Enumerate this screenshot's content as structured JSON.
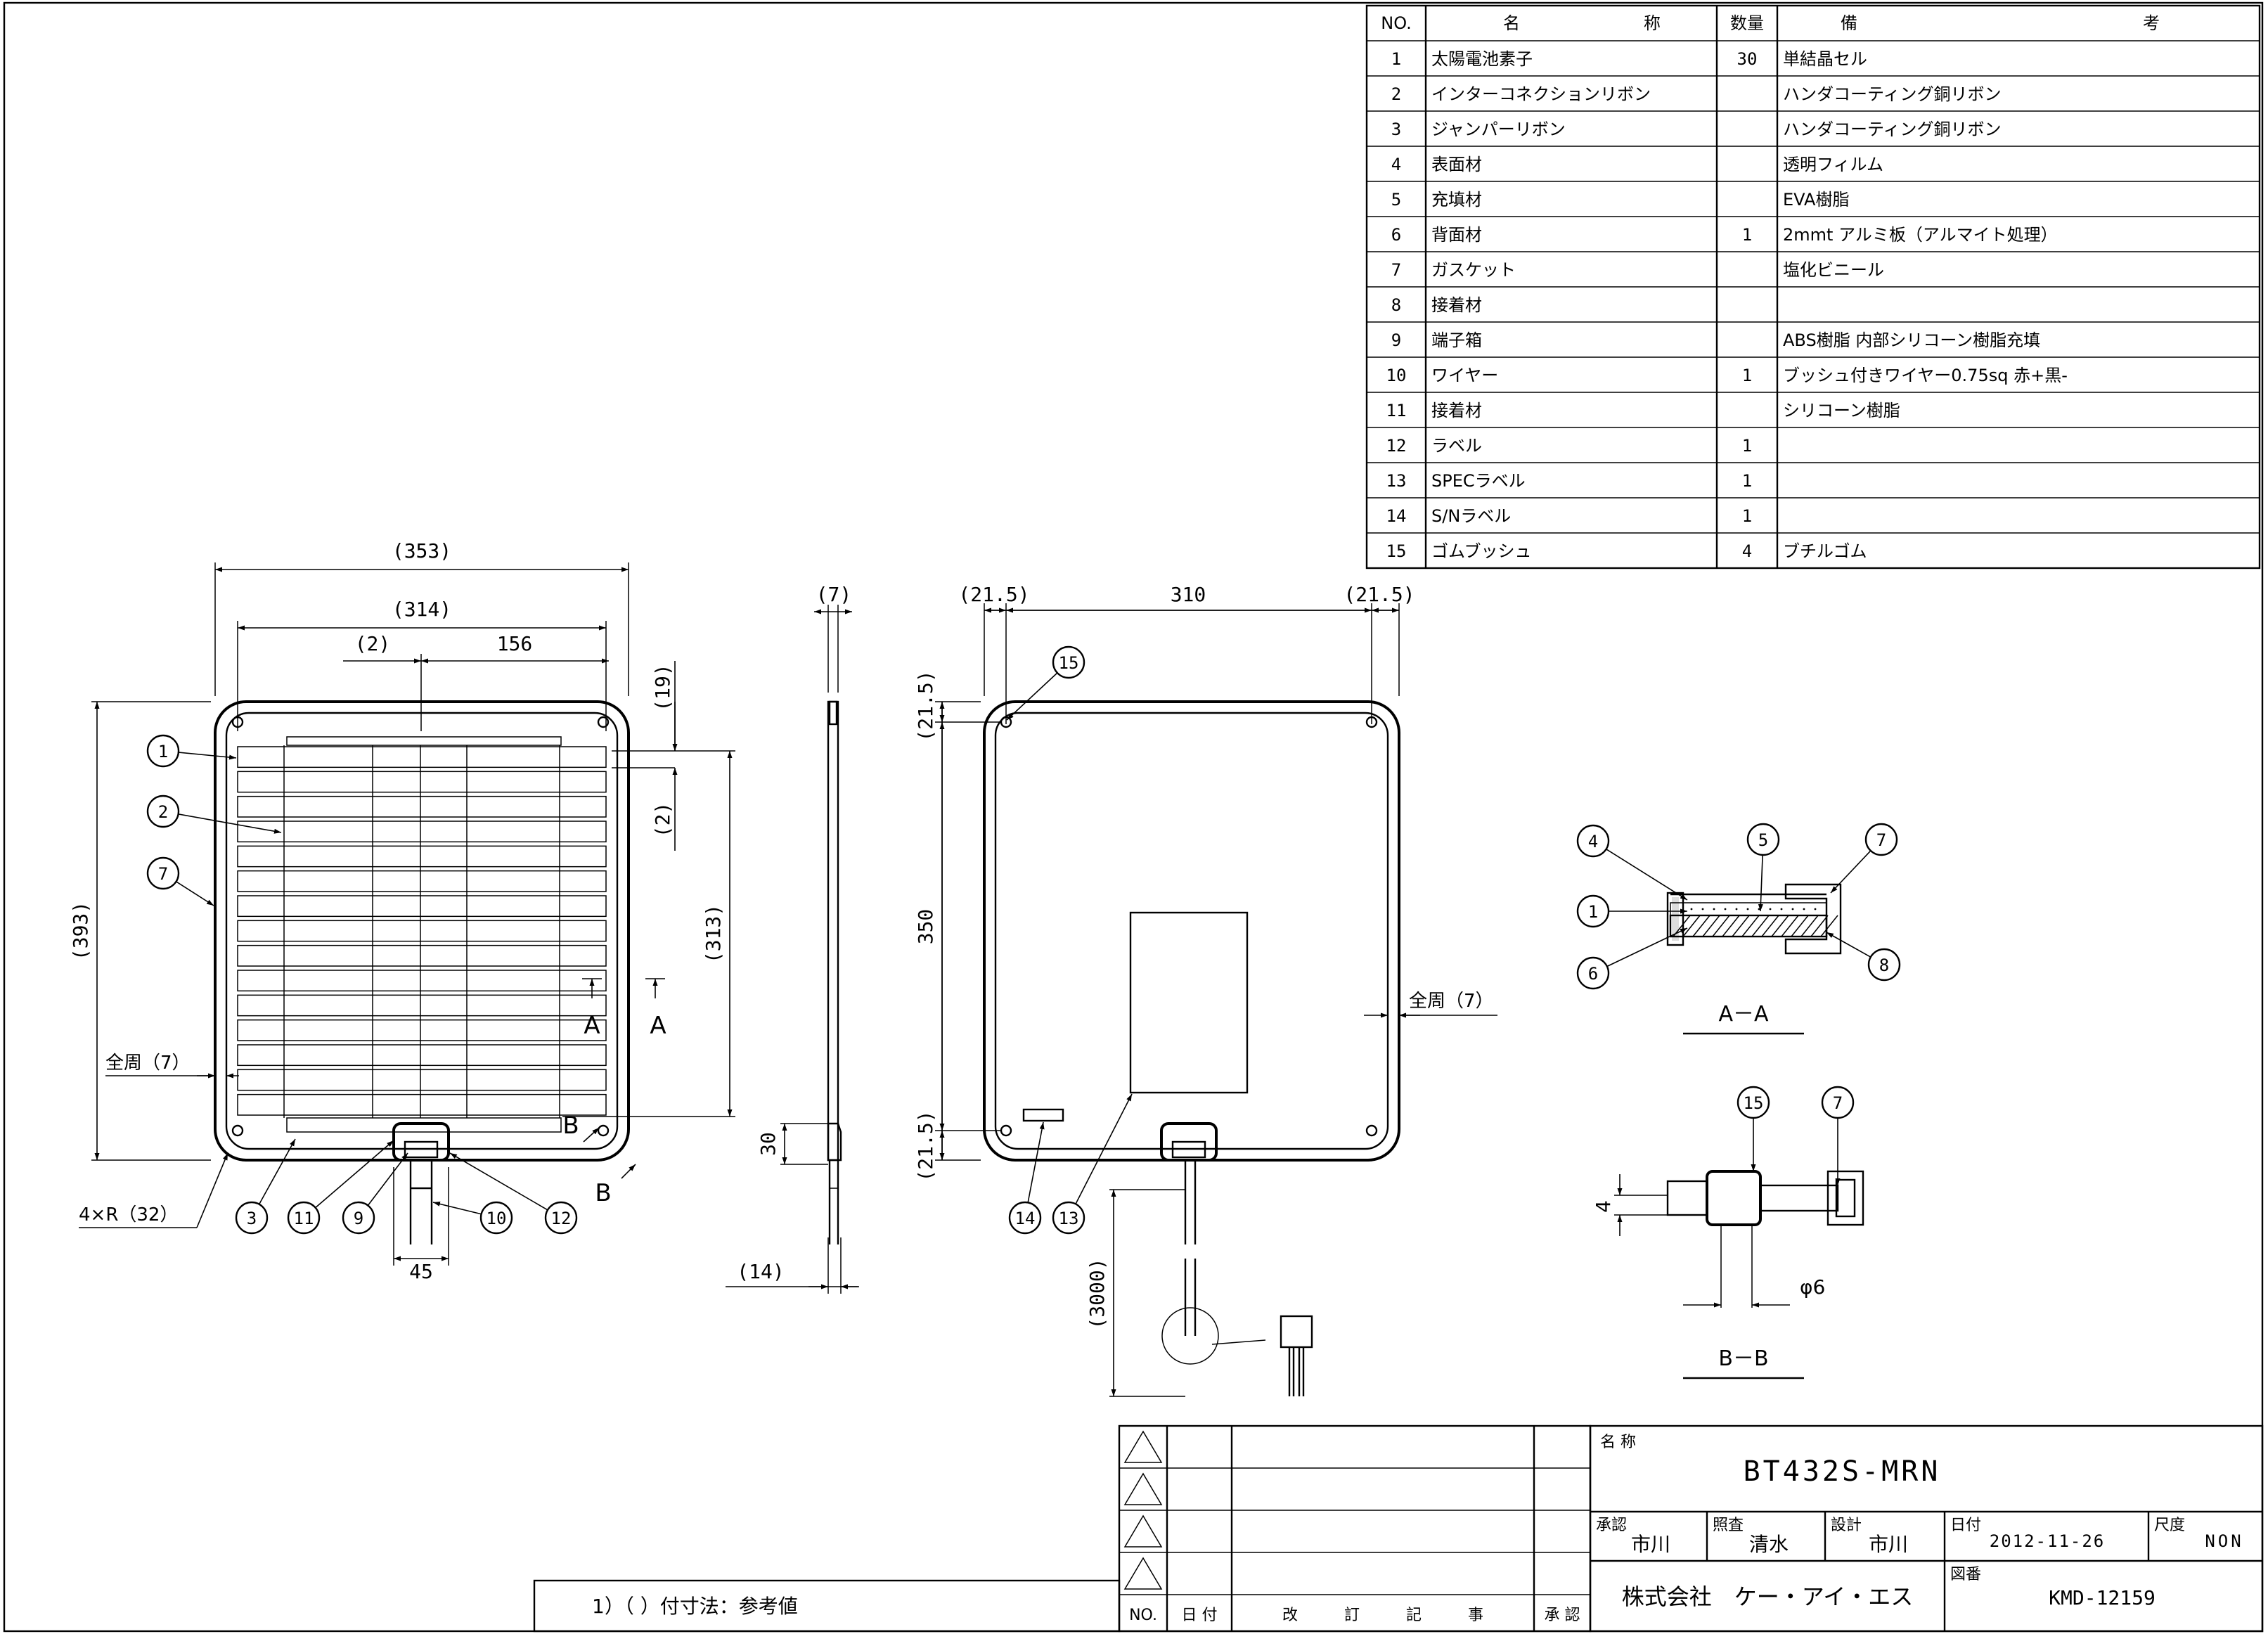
{
  "parts_table": {
    "headers": {
      "no": "NO.",
      "name_a": "名",
      "name_b": "称",
      "qty": "数量",
      "remarks_a": "備",
      "remarks_b": "考"
    },
    "rows": [
      {
        "no": "1",
        "name": "太陽電池素子",
        "qty": "30",
        "remarks": "単結晶セル"
      },
      {
        "no": "2",
        "name": "インターコネクションリボン",
        "qty": "",
        "remarks": "ハンダコーティング銅リボン"
      },
      {
        "no": "3",
        "name": "ジャンパーリボン",
        "qty": "",
        "remarks": "ハンダコーティング銅リボン"
      },
      {
        "no": "4",
        "name": "表面材",
        "qty": "",
        "remarks": "透明フィルム"
      },
      {
        "no": "5",
        "name": "充填材",
        "qty": "",
        "remarks": "EVA樹脂"
      },
      {
        "no": "6",
        "name": "背面材",
        "qty": "1",
        "remarks": "2mmt アルミ板（アルマイト処理）"
      },
      {
        "no": "7",
        "name": "ガスケット",
        "qty": "",
        "remarks": "塩化ビニール"
      },
      {
        "no": "8",
        "name": "接着材",
        "qty": "",
        "remarks": ""
      },
      {
        "no": "9",
        "name": "端子箱",
        "qty": "",
        "remarks": "ABS樹脂 内部シリコーン樹脂充填"
      },
      {
        "no": "10",
        "name": "ワイヤー",
        "qty": "1",
        "remarks": "ブッシュ付きワイヤー0.75sq 赤+黒-"
      },
      {
        "no": "11",
        "name": "接着材",
        "qty": "",
        "remarks": "シリコーン樹脂"
      },
      {
        "no": "12",
        "name": "ラベル",
        "qty": "1",
        "remarks": ""
      },
      {
        "no": "13",
        "name": "SPECラベル",
        "qty": "1",
        "remarks": ""
      },
      {
        "no": "14",
        "name": "S/Nラベル",
        "qty": "1",
        "remarks": ""
      },
      {
        "no": "15",
        "name": "ゴムブッシュ",
        "qty": "4",
        "remarks": "ブチルゴム"
      }
    ]
  },
  "front_view": {
    "dims": {
      "w353": "(353)",
      "w314": "(314)",
      "d2": "(2)",
      "d156": "156",
      "d19": "(19)",
      "d2v": "(2)",
      "h313": "(313)",
      "h393": "(393)",
      "d45": "45",
      "full7": "全周（7）",
      "radius": "4×R（32）"
    },
    "section_a": "A",
    "section_b": "B",
    "callouts": [
      "1",
      "2",
      "7",
      "3",
      "11",
      "9",
      "10",
      "12"
    ]
  },
  "side_view": {
    "dims": {
      "t7": "(7)",
      "t30": "30",
      "t14": "(14)"
    }
  },
  "back_view": {
    "dims": {
      "a215": "(21.5)",
      "w310": "310",
      "b215": "(21.5)",
      "c215": "(21.5)",
      "h350": "350",
      "d215": "(21.5)",
      "full7": "全周（7）",
      "wire": "(3000)"
    },
    "callouts": [
      "15",
      "14",
      "13"
    ]
  },
  "section_views": {
    "aa_title": "A－A",
    "bb_title": "B－B",
    "aa_callouts": [
      "4",
      "5",
      "7",
      "1",
      "6",
      "8"
    ],
    "bb_callouts": [
      "15",
      "7"
    ],
    "bb_dims": {
      "d4": "4",
      "phi6": "φ6"
    }
  },
  "note": "1）（ ）付寸法：参考値",
  "revision_table": {
    "headers": {
      "no": "NO.",
      "date": "日 付",
      "content": "改　　　訂　　　記　　　事",
      "approve": "承 認"
    }
  },
  "title_block": {
    "name_label": "名 称",
    "product_name": "BT432S-MRN",
    "approved_label": "承認",
    "approved_by": "市川",
    "checked_label": "照査",
    "checked_by": "清水",
    "designed_label": "設計",
    "designed_by": "市川",
    "date_label": "日付",
    "date": "2012-11-26",
    "scale_label": "尺度",
    "scale": "NON",
    "company": "株式会社　ケー・アイ・エス",
    "drawing_no_label": "図番",
    "drawing_no": "KMD-12159"
  }
}
